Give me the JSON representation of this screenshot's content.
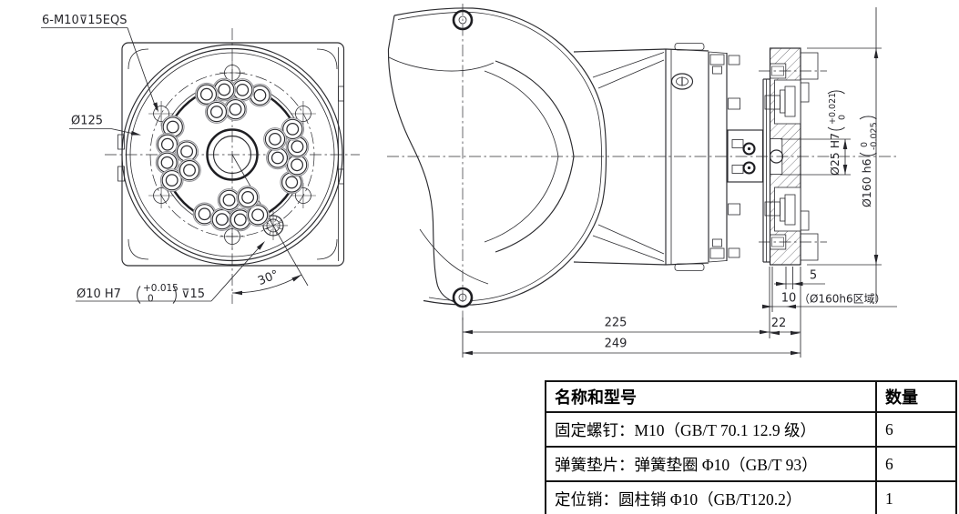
{
  "colors": {
    "line": "#2b2b2f",
    "background": "#ffffff"
  },
  "front_view": {
    "bolt_callout": "6-M10⊽15EQS",
    "bolt_circle_diameter": "Ø125",
    "pin_hole": {
      "dia": "Ø10 H7",
      "tol_upper": "+0.015",
      "tol_lower": "0",
      "depth": "⊽15"
    },
    "angle": "30°"
  },
  "side_view": {
    "length_main": "225",
    "length_total": "249",
    "plate_thickness": "22",
    "zone_5": "5",
    "zone_10": "10",
    "zone_note": "（Ø160h6区域）",
    "pilot_bore": {
      "dia": "Ø25 H7",
      "tol_upper": "+0.021",
      "tol_lower": "0"
    },
    "flange_dia": {
      "dia": "Ø160 h6",
      "tol_upper": "0",
      "tol_lower": "-0.025"
    }
  },
  "parts_table": {
    "header_name": "名称和型号",
    "header_qty": "数量",
    "rows": [
      {
        "name": "固定螺钉：M10（GB/T 70.1 12.9 级）",
        "qty": "6"
      },
      {
        "name": "弹簧垫片：弹簧垫圈 Φ10（GB/T 93）",
        "qty": "6"
      },
      {
        "name": "定位销：圆柱销 Φ10（GB/T120.2）",
        "qty": "1"
      }
    ]
  }
}
